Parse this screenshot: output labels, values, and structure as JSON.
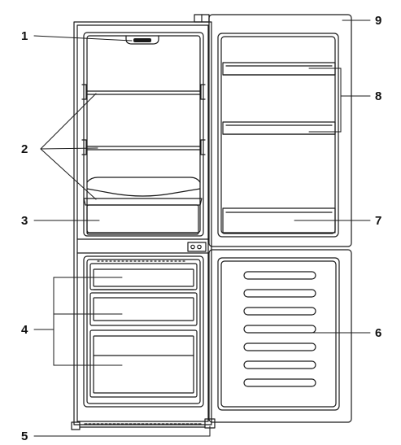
{
  "callouts": [
    {
      "id": "c1",
      "label": "1"
    },
    {
      "id": "c2",
      "label": "2"
    },
    {
      "id": "c3",
      "label": "3"
    },
    {
      "id": "c4",
      "label": "4"
    },
    {
      "id": "c5",
      "label": "5"
    },
    {
      "id": "c6",
      "label": "6"
    },
    {
      "id": "c7",
      "label": "7"
    },
    {
      "id": "c8",
      "label": "8"
    },
    {
      "id": "c9",
      "label": "9"
    }
  ],
  "colors": {
    "line": "#1a1a1a",
    "fill": "#ffffff"
  }
}
